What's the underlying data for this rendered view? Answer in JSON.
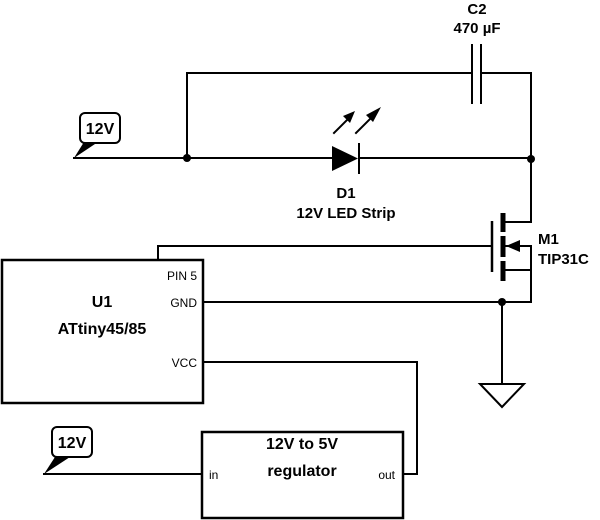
{
  "schematic": {
    "capacitor": {
      "ref": "C2",
      "value": "470 µF"
    },
    "led": {
      "ref": "D1",
      "value": "12V LED Strip"
    },
    "mosfet": {
      "ref": "M1",
      "value": "TIP31C"
    },
    "mcu": {
      "ref": "U1",
      "part": "ATtiny45/85",
      "pins": {
        "pin5": "PIN 5",
        "gnd": "GND",
        "vcc": "VCC"
      }
    },
    "regulator": {
      "title": "12V to 5V",
      "subtitle": "regulator",
      "pins": {
        "in": "in",
        "out": "out"
      }
    },
    "power_flags": [
      {
        "label": "12V"
      },
      {
        "label": "12V"
      }
    ],
    "ground": {
      "symbol": "ground-icon"
    }
  }
}
